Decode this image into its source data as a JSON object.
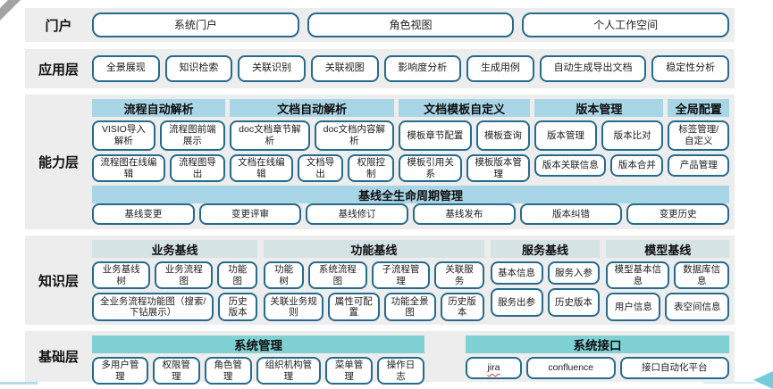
{
  "diagram": {
    "layers": [
      {
        "id": "portal",
        "label": "门户",
        "buttons": [
          "系统门户",
          "角色视图",
          "个人工作空间"
        ]
      },
      {
        "id": "application",
        "label": "应用层",
        "buttons": [
          "全景展现",
          "知识检索",
          "关联识别",
          "关联视图",
          "影响度分析",
          "生成用例",
          "自动生成导出文档",
          "稳定性分析"
        ]
      },
      {
        "id": "capability",
        "label": "能力层",
        "groups": [
          {
            "id": "process-auto-parse",
            "header": "流程自动解析",
            "rows": [
              [
                "VISIO导入解析",
                "流程图前端展示"
              ],
              [
                "流程图在线编辑",
                "流程图导出"
              ]
            ]
          },
          {
            "id": "doc-auto-parse",
            "header": "文档自动解析",
            "rows": [
              [
                "doc文档章节解析",
                "doc文档内容解析"
              ],
              [
                "文档在线编辑",
                "文档导出",
                "权限控制"
              ]
            ]
          },
          {
            "id": "doc-template-custom",
            "header": "文档模板自定义",
            "rows": [
              [
                "模板章节配置",
                "模板查询"
              ],
              [
                "模板引用关系",
                "模板版本管理"
              ]
            ]
          },
          {
            "id": "version-management",
            "header": "版本管理",
            "rows": [
              [
                "版本管理",
                "版本比对"
              ],
              [
                "版本关联信息",
                "版本合并"
              ]
            ]
          },
          {
            "id": "global-config",
            "header": "全局配置",
            "rows": [
              [
                "标签管理/自定义"
              ],
              [
                "产品管理"
              ]
            ]
          }
        ],
        "baseline": {
          "id": "baseline-lifecycle",
          "header": "基线全生命周期管理",
          "buttons": [
            "基线变更",
            "变更评审",
            "基线修订",
            "基线发布",
            "版本纠错",
            "变更历史"
          ]
        }
      },
      {
        "id": "knowledge",
        "label": "知识层",
        "groups": [
          {
            "id": "business-baseline",
            "header": "业务基线",
            "rows": [
              [
                "业务基线树",
                "业务流程图",
                "功能图"
              ],
              [
                "全业务流程功能图（搜索/下钻展示）",
                "历史版本"
              ]
            ]
          },
          {
            "id": "function-baseline",
            "header": "功能基线",
            "rows": [
              [
                "功能树",
                "系统流程图",
                "子流程管理",
                "关联服务"
              ],
              [
                "关联业务规则",
                "属性可配置",
                "功能全景图",
                "历史版本"
              ]
            ]
          },
          {
            "id": "service-baseline",
            "header": "服务基线",
            "rows": [
              [
                "基本信息",
                "服务入参"
              ],
              [
                "服务出参",
                "历史版本"
              ]
            ]
          },
          {
            "id": "model-baseline",
            "header": "模型基线",
            "rows": [
              [
                "模型基本信息",
                "数据库信息"
              ],
              [
                "用户信息",
                "表空间信息"
              ]
            ]
          }
        ]
      },
      {
        "id": "foundation",
        "label": "基础层",
        "groups": [
          {
            "id": "system-management",
            "header": "系统管理",
            "rows": [
              [
                "多用户管理",
                "权限管理",
                "角色管理",
                "组织机构管理",
                "菜单管理",
                "操作日志"
              ]
            ]
          },
          {
            "id": "system-interface",
            "header": "系统接口",
            "rows": [
              [
                "jira",
                "confluence",
                "接口自动化平台"
              ]
            ]
          }
        ]
      }
    ],
    "spellcheck_words": [
      "jira"
    ],
    "colors": {
      "band_bg": "#ededed",
      "capability_header": "#a9d6e6",
      "knowledge_header": "#d6e3e4",
      "foundation_header": "#7fd1d4",
      "button_border": "#266b8c",
      "accent_arrow": "#74ccd9"
    }
  }
}
